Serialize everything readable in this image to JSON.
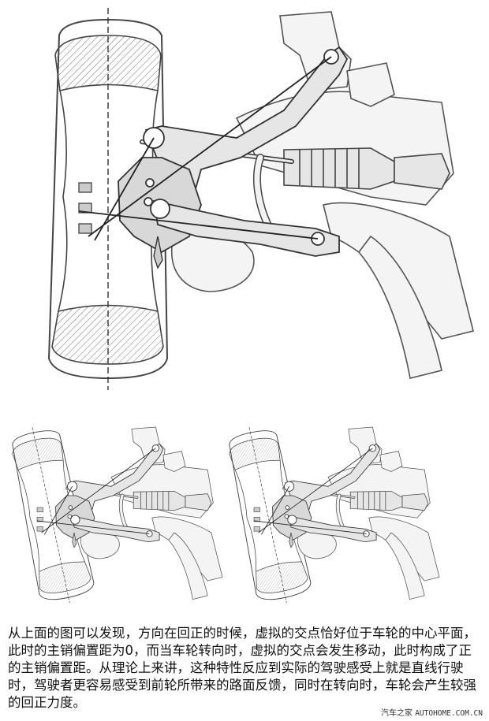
{
  "caption": "从上面的图可以发现，方向在回正的时候，虚拟的交点恰好位于车轮的中心平面，此时的主销偏置距为0，而当车轮转向时，虚拟的交点会发生移动，此时构成了正的主销偏置距。从理论上来讲，这种特性反应到实际的驾驶感受上就是直线行驶时，驾驶者更容易感受到前轮所带来的路面反馈，同时在转向时，车轮会产生较强的回正力度。",
  "watermark": {
    "brand": "汽车之家",
    "site": "AUTOHOME.COM.CN"
  },
  "colors": {
    "line": "#333333",
    "part_fill": "#e6e6e6",
    "part_dark": "#bdbdbd",
    "background_part": "#f4f4f4"
  }
}
